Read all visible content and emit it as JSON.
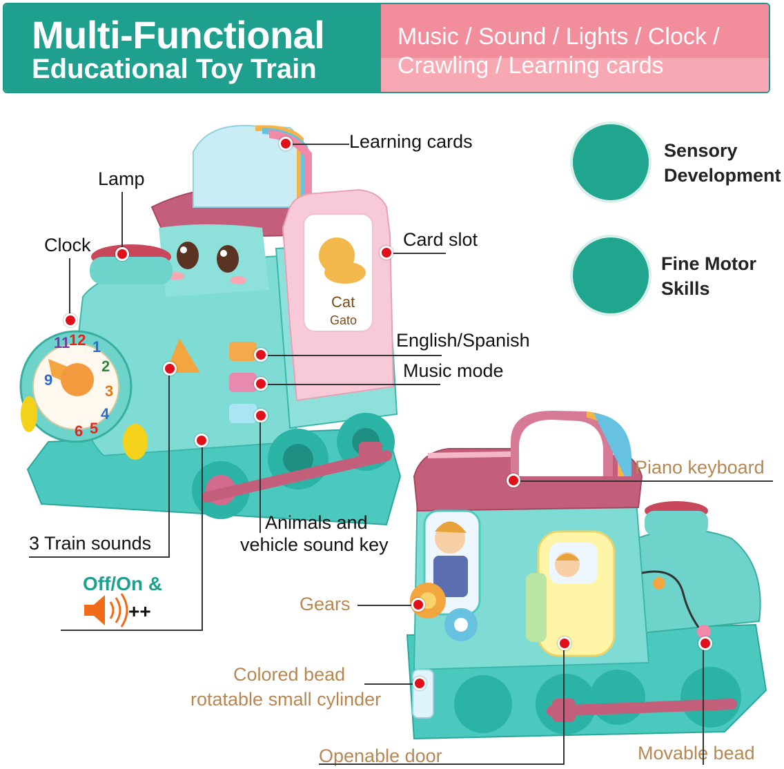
{
  "header": {
    "title_line1": "Multi-Functional",
    "title_line2": "Educational Toy Train",
    "subtitle_line1": "Music / Sound / Lights / Clock /",
    "subtitle_line2": "Crawling / Learning cards"
  },
  "features": [
    {
      "line1": "Sensory",
      "line2": "Development",
      "icon": "brain-lightbulb-icon"
    },
    {
      "line1": "Fine Motor",
      "line2": "Skills",
      "icon": "hand-icon"
    }
  ],
  "callouts_front_train": {
    "learning_cards": "Learning cards",
    "lamp": "Lamp",
    "clock": "Clock",
    "card_slot": "Card slot",
    "english_spanish": "English/Spanish",
    "music_mode": "Music mode",
    "animals_line1": "Animals and",
    "animals_line2": "vehicle sound key",
    "train_sounds": "3 Train sounds",
    "offon": "Off/On &",
    "volume_plus": "++"
  },
  "callouts_back_train": {
    "piano_keyboard": "Piano keyboard",
    "gears": "Gears",
    "bead_line1": "Colored bead",
    "bead_line2": "rotatable small cylinder",
    "openable_door": "Openable door",
    "movable_bead": "Movable bead"
  },
  "card_text": {
    "english": "Cat",
    "spanish": "Gato"
  },
  "clock_numbers": [
    "11",
    "12",
    "1",
    "2",
    "3",
    "4",
    "5",
    "6",
    "9"
  ]
}
